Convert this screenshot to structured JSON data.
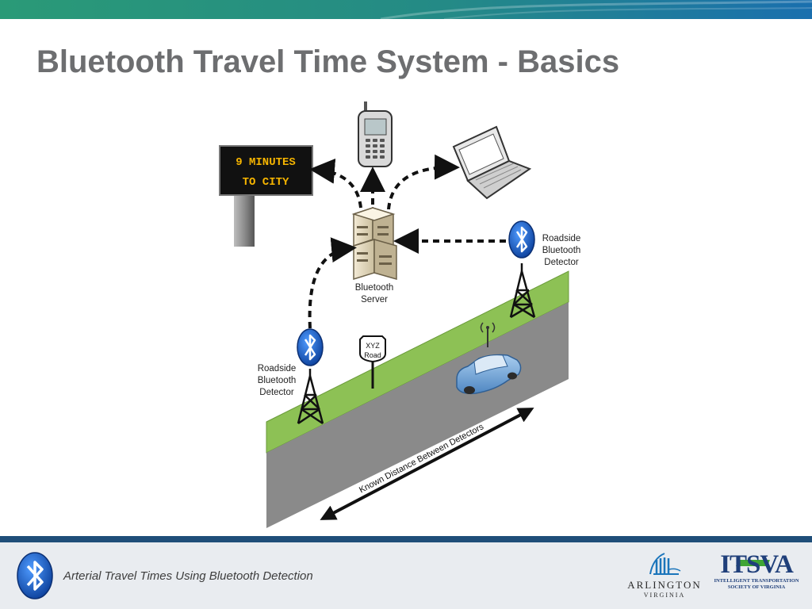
{
  "slide": {
    "title": "Bluetooth Travel Time System - Basics",
    "footer_text": "Arterial Travel Times Using Bluetooth Detection"
  },
  "diagram": {
    "sign": {
      "line1": "9 MINUTES",
      "line2": "TO CITY"
    },
    "server": {
      "line1": "Bluetooth",
      "line2": "Server"
    },
    "detector_right": {
      "line1": "Roadside",
      "line2": "Bluetooth",
      "line3": "Detector"
    },
    "detector_left": {
      "line1": "Roadside",
      "line2": "Bluetooth",
      "line3": "Detector"
    },
    "road_sign": {
      "line1": "XYZ",
      "line2": "Road"
    },
    "distance_label": "Known Distance Between Detectors"
  },
  "logos": {
    "arlington": {
      "name": "ARLINGTON",
      "state": "VIRGINIA"
    },
    "itsva": {
      "name": "ITSVA",
      "sub1": "INTELLIGENT TRANSPORTATION",
      "sub2": "SOCIETY OF VIRGINIA"
    }
  },
  "colors": {
    "title": "#6d6e70",
    "header_band_left": "#2a9a77",
    "header_band_right": "#1a6fae",
    "footer_bar": "#1f4e79",
    "footer_background": "#e9ecf0",
    "grass": "#8dc155",
    "road": "#8a8a8a",
    "sign_text": "#f5b400",
    "bluetooth_blue": "#1d63c6",
    "car": "#6fa6d8"
  }
}
